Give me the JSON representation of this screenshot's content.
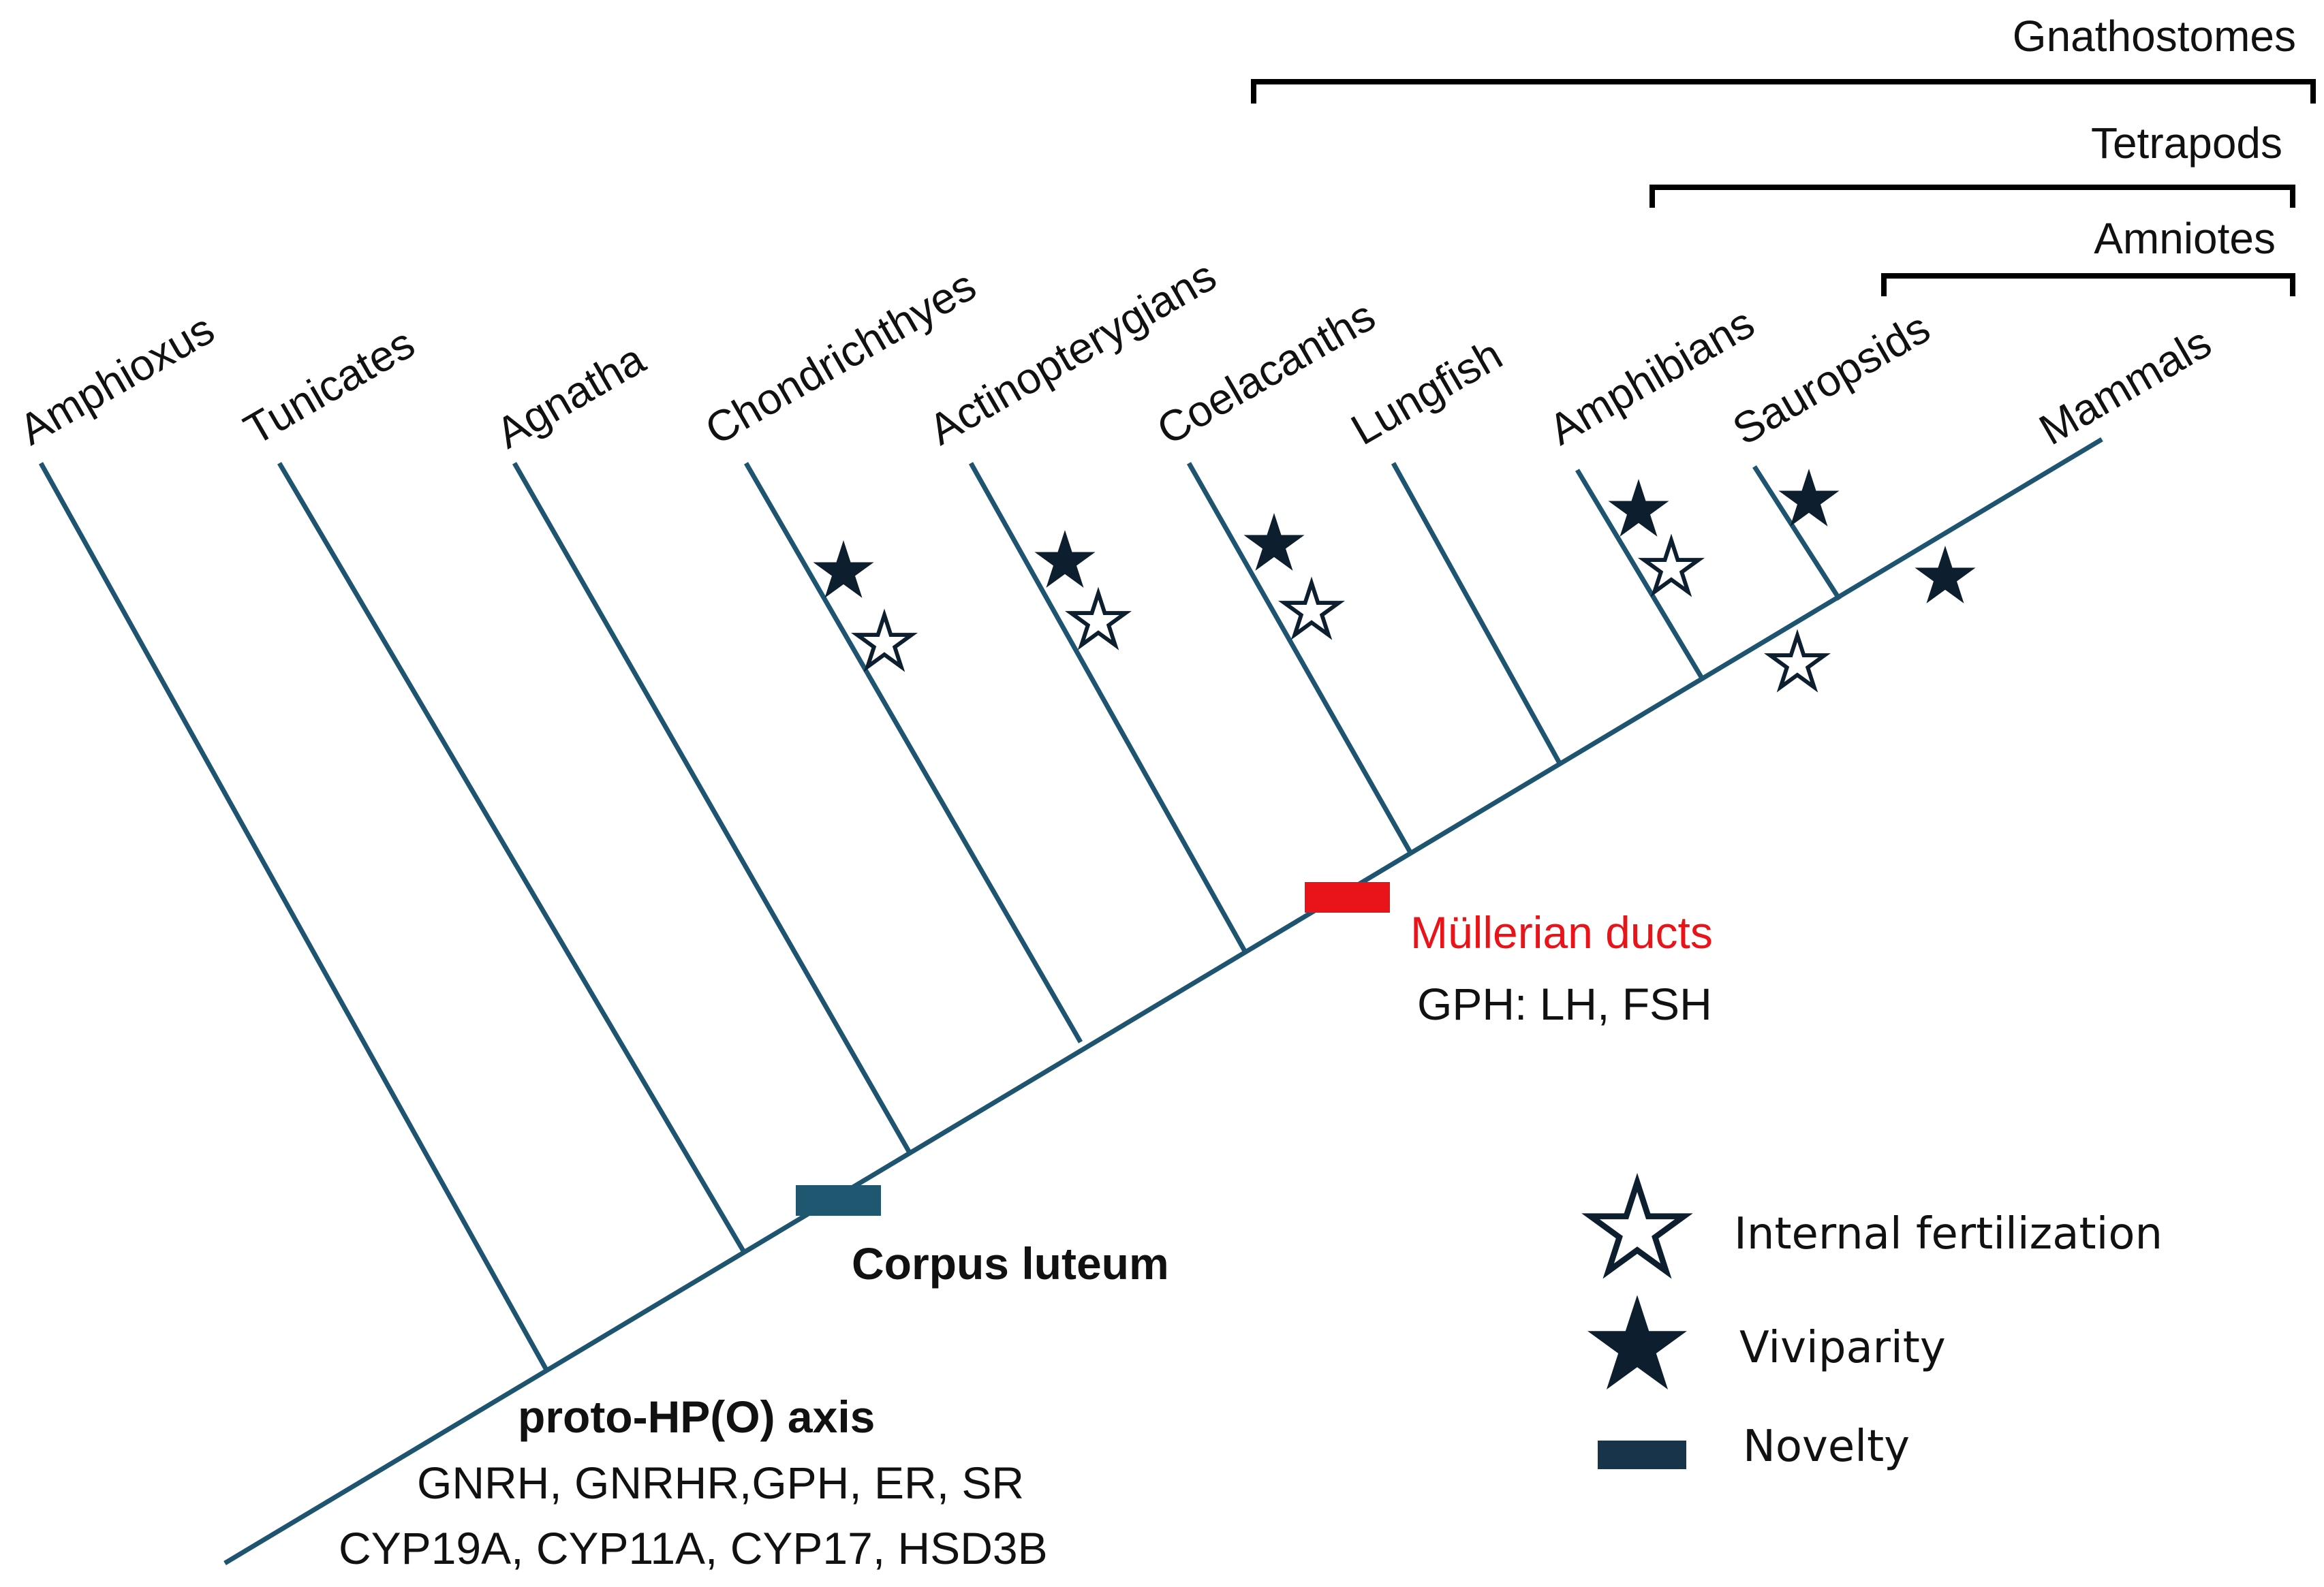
{
  "colors": {
    "branch": "#1e5470",
    "novelty_blue": "#1f5670",
    "novelty_red": "#e8141a",
    "mullerian_text": "#e8141a",
    "star": "#0d1f2e",
    "bracket": "#000000"
  },
  "taxa": [
    "Amphioxus",
    "Tunicates",
    "Agnatha",
    "Chondrichthyes",
    "Actinopterygians",
    "Coelacanths",
    "Lungfish",
    "Amphibians",
    "Sauropsids",
    "Mammals"
  ],
  "clades": {
    "gnathostomes": "Gnathostomes",
    "tetrapods": "Tetrapods",
    "amniotes": "Amniotes"
  },
  "base_annotation": {
    "title": "proto-HP(O) axis",
    "line1": "GNRH, GNRHR,GPH, ER, SR",
    "line2": "CYP19A, CYP11A, CYP17, HSD3B"
  },
  "corpus_luteum": "Corpus luteum",
  "mullerian": {
    "label": "Müllerian ducts",
    "sub": "GPH: LH, FSH"
  },
  "legend": {
    "internal_fertilization": "Internal fertilization",
    "viviparity": "Viviparity",
    "novelty": "Novelty"
  },
  "icons": {
    "filled_star": "viviparity-star-icon",
    "open_star": "internal-fertilization-star-icon",
    "novelty_bar": "novelty-bar-icon"
  }
}
